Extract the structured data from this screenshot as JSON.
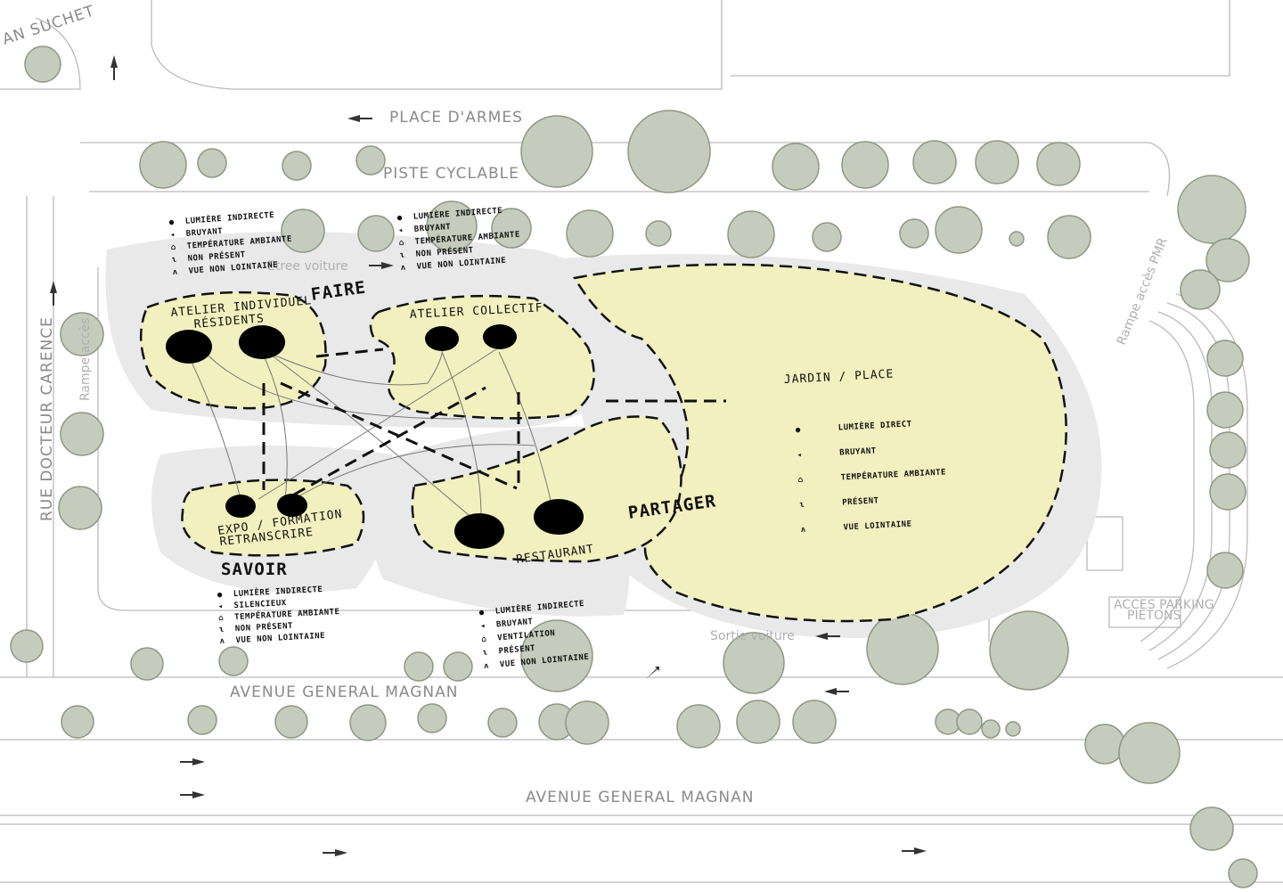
{
  "streets": {
    "top_left": "AN SUCHET",
    "place_armes": "PLACE D'ARMES",
    "piste": "PISTE CYCLABLE",
    "rue_docteur": "RUE DOCTEUR CARENCE",
    "avenue_1": "AVENUE GENERAL MAGNAN",
    "avenue_2": "AVENUE GENERAL MAGNAN",
    "entree": "Etree voiture",
    "sortie": "Sortie voiture",
    "rampe": "Rampe accès PMR",
    "rampe_small": "Rampe accès",
    "acces_parking_1": "ACCES PARKING",
    "acces_parking_2": "PIETONS"
  },
  "zones": {
    "faire": "FAIRE",
    "savoir": "SAVOIR",
    "partager": "PARTAGER",
    "atelier_individuel_1": "ATELIER INDIVIDUEL",
    "atelier_individuel_2": "RÉSIDENTS",
    "atelier_collectif": "ATELIER COLLECTIF",
    "expo_1": "EXPO / FORMATION",
    "expo_2": "RETRANSCRIRE",
    "restaurant": "RESTAURANT",
    "jardin": "JARDIN / PLACE"
  },
  "legends": {
    "individuel": [
      "LUMIÈRE INDIRECTE",
      "BRUYANT",
      "TEMPÉRATURE AMBIANTE",
      "NON PRÉSENT",
      "VUE NON LOINTAINE"
    ],
    "collectif": [
      "LUMIÈRE INDIRECTE",
      "BRUYANT",
      "TEMPÉRATURE AMBIANTE",
      "NON PRÉSENT",
      "VUE NON LOINTAINE"
    ],
    "expo": [
      "LUMIÈRE INDIRECTE",
      "SILENCIEUX",
      "TEMPÉRATURE AMBIANTE",
      "NON PRÉSENT",
      "VUE NON LOINTAINE"
    ],
    "restaurant": [
      "LUMIÈRE INDIRECTE",
      "BRUYANT",
      "VENTILATION",
      "PRÉSENT",
      "VUE NON LOINTAINE"
    ],
    "jardin": [
      "LUMIÈRE DIRECT",
      "BRUYANT",
      "TEMPÉRATURE AMBIANTE",
      "PRÉSENT",
      "VUE LOINTAINE"
    ]
  },
  "colors": {
    "zone_fill": "#f2f0be",
    "tree": "#c5cbbd",
    "halo": "#e9e9e9"
  }
}
